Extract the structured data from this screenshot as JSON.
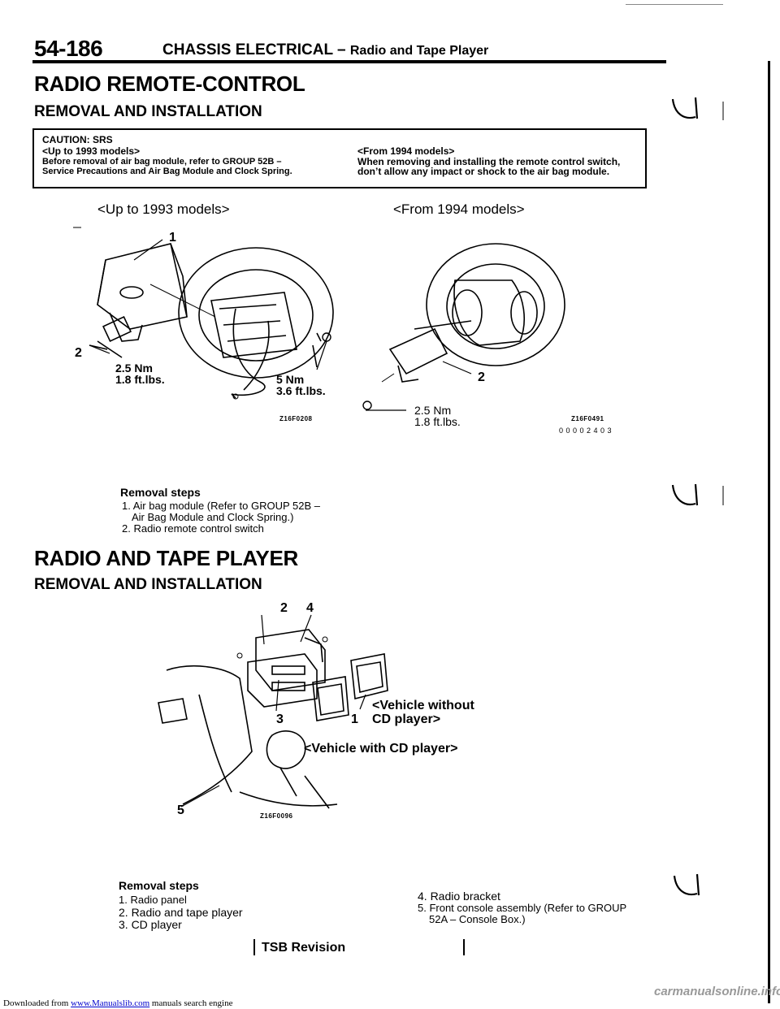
{
  "header": {
    "page_number": "54-186",
    "chapter": "CHASSIS ELECTRICAL",
    "dash": " – ",
    "section": "Radio and Tape Player"
  },
  "remote_control": {
    "title": "RADIO REMOTE-CONTROL",
    "subtitle": "REMOVAL AND INSTALLATION",
    "caution": {
      "heading": "CAUTION: SRS",
      "left_model": "<Up to 1993 models>",
      "left_line1": "Before removal of air bag module, refer to GROUP 52B –",
      "left_line2": "Service Precautions and Air Bag Module and Clock Spring.",
      "right_model": "<From 1994 models>",
      "right_line1": "When removing and installing the remote control switch,",
      "right_line2": "don’t allow any impact or shock to the air bag module."
    },
    "fig_left": {
      "label": "<Up to 1993 models>",
      "callout_1": "1",
      "callout_2": "2",
      "torque_a1": "2.5 Nm",
      "torque_a2": "1.8 ft.lbs.",
      "torque_b1": "5 Nm",
      "torque_b2": "3.6 ft.lbs.",
      "code": "Z16F0208"
    },
    "fig_right": {
      "label": "<From 1994 models>",
      "callout_2": "2",
      "torque1": "2.5 Nm",
      "torque2": "1.8 ft.lbs.",
      "code": "Z16F0491",
      "serial": "0 0 0 0 2 4 0 3"
    },
    "removal_steps": {
      "heading": "Removal steps",
      "step1": "1. Air bag module (Refer to GROUP 52B –",
      "step1_cont": "Air Bag Module and Clock Spring.)",
      "step2": "2. Radio remote control switch"
    }
  },
  "radio_tape": {
    "title": "RADIO AND TAPE PLAYER",
    "subtitle": "REMOVAL AND INSTALLATION",
    "figure": {
      "callout_2": "2",
      "callout_4": "4",
      "callout_3": "3",
      "callout_1": "1",
      "callout_5": "5",
      "label_without_1": "<Vehicle without",
      "label_without_2": "CD player>",
      "label_with": "<Vehicle with CD player>",
      "code": "Z16F0096"
    },
    "removal_steps": {
      "heading": "Removal steps",
      "step1": "1. Radio panel",
      "step2": "2. Radio and tape player",
      "step3": "3. CD player",
      "step4": "4. Radio bracket",
      "step5": "5. Front console assembly (Refer to GROUP",
      "step5_cont": "52A – Console Box.)"
    }
  },
  "tsb": "TSB Revision",
  "footer": {
    "prefix": "Downloaded from ",
    "link": "www.Manualslib.com",
    "suffix": " manuals search engine"
  },
  "watermark": "carmanualsonline.info"
}
